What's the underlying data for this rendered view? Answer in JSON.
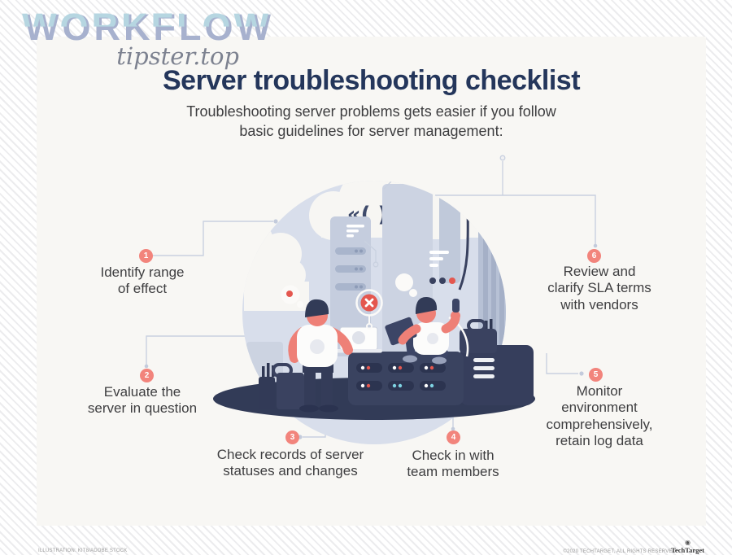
{
  "watermark": {
    "brand": "WORKFLOW",
    "site": "tipster.top"
  },
  "header": {
    "title": "Server troubleshooting checklist",
    "subtitle": "Troubleshooting server problems gets easier if you follow\nbasic guidelines for server management:"
  },
  "checklist": {
    "items": [
      {
        "num": "1",
        "label": "Identify range\nof effect"
      },
      {
        "num": "2",
        "label": "Evaluate the\nserver in question"
      },
      {
        "num": "3",
        "label": "Check records of server\nstatuses and changes"
      },
      {
        "num": "4",
        "label": "Check in with\nteam members"
      },
      {
        "num": "5",
        "label": "Monitor\nenvironment\ncomprehensively,\nretain log data"
      },
      {
        "num": "6",
        "label": "Review and\nclarify SLA terms\nwith vendors"
      }
    ]
  },
  "illustration": {
    "code_symbol": "«( )»"
  },
  "footer": {
    "credit": "ILLUSTRATION: KIT8/ADOBE STOCK",
    "copyright": "©2020 TECHTARGET, ALL RIGHTS RESERVED.",
    "brand": "TechTarget",
    "brand_icon": "◉"
  },
  "colors": {
    "accent_salmon": "#f2847c",
    "alert_red": "#e4574f",
    "navy": "#323b57",
    "title_navy": "#24365b",
    "circle_bg": "#d8deeb",
    "card_bg": "#f8f7f4",
    "connector": "#c9d1e0",
    "cyan_led": "#7fd4e3"
  }
}
